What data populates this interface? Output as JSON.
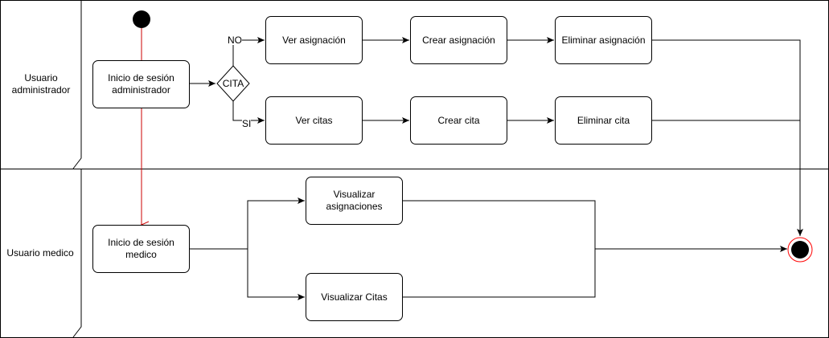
{
  "lanes": [
    {
      "id": "admin",
      "label": "Usuario administrador"
    },
    {
      "id": "medico",
      "label": "Usuario medico"
    }
  ],
  "nodes": {
    "inicio_admin": "Inicio de sesión administrador",
    "decision": "CITA",
    "ver_asignacion": "Ver asignación",
    "crear_asignacion": "Crear asignación",
    "eliminar_asignacion": "Eliminar asignación",
    "ver_citas": "Ver citas",
    "crear_cita": "Crear cita",
    "eliminar_cita": "Eliminar cita",
    "inicio_medico": "Inicio de sesión medico",
    "visualizar_asignaciones": "Visualizar asignaciones",
    "visualizar_citas": "Visualizar Citas"
  },
  "edge_labels": {
    "no": "NO",
    "si": "SI"
  },
  "colors": {
    "line": "#000000",
    "start_edge": "#cc0000",
    "end_ring": "#ff0000",
    "node_fill": "#ffffff"
  }
}
